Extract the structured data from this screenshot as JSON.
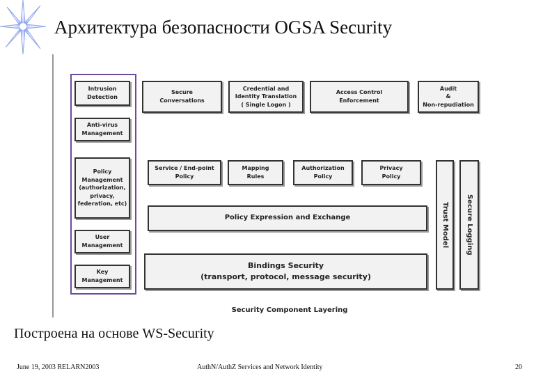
{
  "slide": {
    "title": "Архитектура безопасности OGSA Security",
    "subtitle": "Построена на основе WS-Security",
    "footer_left": "June 19, 2003 RELARN2003",
    "footer_center": "AuthN/AuthZ Services and Network Identity",
    "page_number": "20"
  },
  "diagram": {
    "caption": "Security Component Layering",
    "left_column": [
      "Intrusion\nDetection",
      "Anti-virus\nManagement",
      "Policy\nManagement\n(authorization,\nprivacy,\nfederation, etc)",
      "User\nManagement",
      "Key\nManagement"
    ],
    "top_row": [
      "Secure\nConversations",
      "Credential and\nIdentity Translation\n( Single Logon  )",
      "Access Control\nEnforcement",
      "Audit\n&\nNon-repudiation"
    ],
    "policy_row": [
      "Service / End-point\nPolicy",
      "Mapping\nRules",
      "Authorization\nPolicy",
      "Privacy\nPolicy"
    ],
    "policy_expression": "Policy Expression and Exchange",
    "bindings_security": "Bindings Security\n(transport, protocol, message security)",
    "trust_model": "Trust Model",
    "secure_logging": "Secure Logging"
  }
}
